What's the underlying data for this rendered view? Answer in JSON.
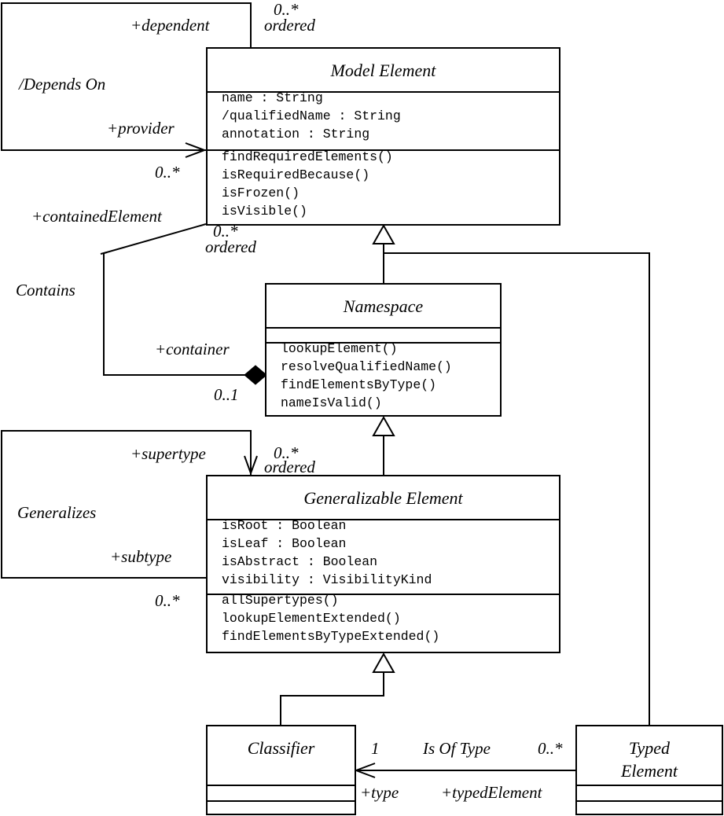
{
  "classes": {
    "model_element": {
      "name": "Model Element",
      "attributes": [
        "name : String",
        "/qualifiedName : String",
        "annotation : String"
      ],
      "operations": [
        "findRequiredElements()",
        "isRequiredBecause()",
        "isFrozen()",
        "isVisible()"
      ]
    },
    "namespace": {
      "name": "Namespace",
      "attributes": [],
      "operations": [
        "lookupElement()",
        "resolveQualifiedName()",
        "findElementsByType()",
        "nameIsValid()"
      ]
    },
    "generalizable_element": {
      "name": "Generalizable Element",
      "attributes": [
        "isRoot : Boolean",
        "isLeaf : Boolean",
        "isAbstract : Boolean",
        "visibility : VisibilityKind"
      ],
      "operations": [
        "allSupertypes()",
        "lookupElementExtended()",
        "findElementsByTypeExtended()"
      ]
    },
    "classifier": {
      "name": "Classifier"
    },
    "typed_element": {
      "name_line1": "Typed",
      "name_line2": "Element"
    }
  },
  "associations": {
    "depends_on": {
      "name": "/Depends On",
      "dependent_role": "+dependent",
      "dependent_mult": "0..*",
      "dependent_order": "ordered",
      "provider_role": "+provider",
      "provider_mult": "0..*"
    },
    "contains": {
      "name": "Contains",
      "contained_role": "+containedElement",
      "contained_mult": "0..*",
      "contained_order": "ordered",
      "container_role": "+container",
      "container_mult": "0..1"
    },
    "generalizes": {
      "name": "Generalizes",
      "supertype_role": "+supertype",
      "supertype_mult": "0..*",
      "supertype_order": "ordered",
      "subtype_role": "+subtype",
      "subtype_mult": "0..*"
    },
    "is_of_type": {
      "name": "Is Of Type",
      "type_mult": "1",
      "type_role": "+type",
      "typed_mult": "0..*",
      "typed_role": "+typedElement"
    }
  }
}
